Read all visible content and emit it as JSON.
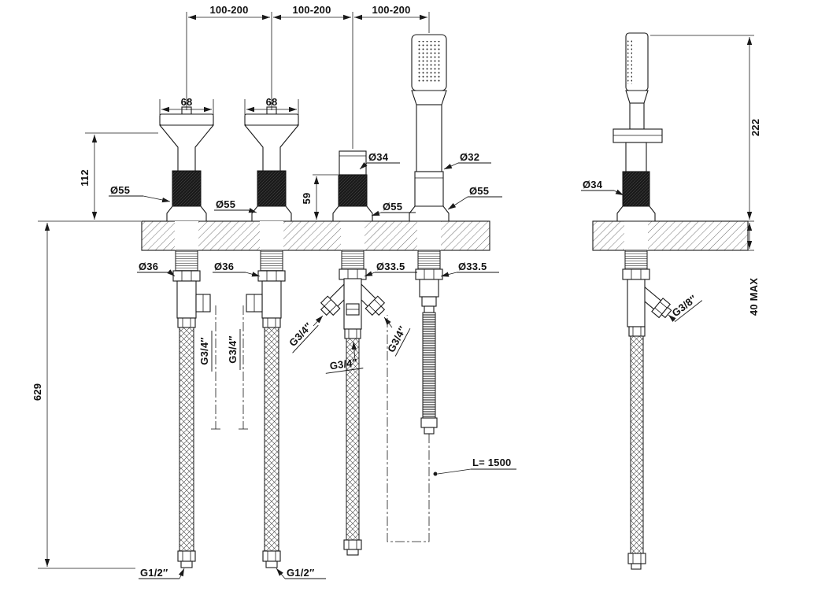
{
  "background": "#ffffff",
  "ink": "#1a1a1a",
  "front_view": {
    "top_dims": [
      "100-200",
      "100-200",
      "100-200"
    ],
    "handle_width_dims": [
      "68",
      "68"
    ],
    "dim_height_above_deck": "112",
    "dim_height_below_deck": "629",
    "dim_spout_height": "59",
    "dia_labels": {
      "handle1_escutcheon": "Ø55",
      "handle2_escutcheon": "Ø55",
      "spout_outlet": "Ø34",
      "handshower_grip": "Ø32",
      "spout_escutcheon": "Ø55",
      "handshower_escutcheon": "Ø55",
      "handle1_shank": "Ø36",
      "handle2_shank": "Ø36",
      "spout_shank": "Ø33.5",
      "handshower_shank": "Ø33.5"
    },
    "thread_labels": {
      "handle1_outlet": "G3/4″",
      "handle2_outlet": "G3/4″",
      "spout_inlet_left": "G3/4″",
      "spout_inlet_center": "G3/4″",
      "spout_inlet_right": "G3/4″",
      "hose1_end": "G1/2″",
      "hose2_end": "G1/2″"
    },
    "hose_length_label": "L= 1500"
  },
  "side_view": {
    "dim_height_above_deck": "222",
    "dia_grip": "Ø34",
    "dim_deck_thickness": "40 MAX",
    "thread_outlet": "G3/8″"
  }
}
